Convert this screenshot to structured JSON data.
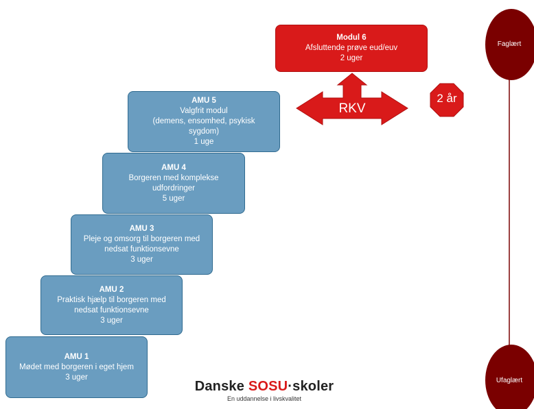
{
  "colors": {
    "step_fill": "#6a9dc0",
    "step_border": "#2f6a8f",
    "accent_red": "#d91a1a",
    "dark_red": "#7a0000"
  },
  "modules": [
    {
      "title": "AMU 1",
      "lines": [
        "Mødet med borgeren i eget hjem",
        "3 uger"
      ]
    },
    {
      "title": "AMU 2",
      "lines": [
        "Praktisk hjælp til borgeren med",
        "nedsat funktionsevne",
        "3 uger"
      ]
    },
    {
      "title": "AMU 3",
      "lines": [
        "Pleje og omsorg til borgeren med",
        "nedsat funktionsevne",
        "3 uger"
      ]
    },
    {
      "title": "AMU 4",
      "lines": [
        "Borgeren med komplekse",
        "udfordringer",
        "5 uger"
      ]
    },
    {
      "title": "AMU 5",
      "lines": [
        "Valgfrit modul",
        "(demens, ensomhed, psykisk",
        "sygdom)",
        "1 uge"
      ]
    }
  ],
  "modul6": {
    "title": "Modul 6",
    "lines": [
      "Afsluttende prøve eud/euv",
      "2 uger"
    ]
  },
  "rkv_label": "RKV",
  "duration_badge": "2 år",
  "timeline": {
    "top_label": "Faglært",
    "bottom_label": "Ufaglært"
  },
  "logo": {
    "part1": "Danske ",
    "part2": "SOSU",
    "part3": "·skoler",
    "tagline": "En uddannelse i livskvalitet"
  }
}
